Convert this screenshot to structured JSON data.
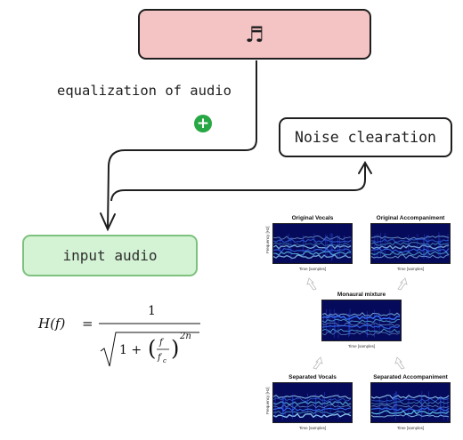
{
  "nodes": {
    "music": {
      "icon": "music-note-icon",
      "glyph": "♬"
    },
    "noise": {
      "label": "Noise clearation"
    },
    "input": {
      "label": "input audio"
    }
  },
  "edge_label": "equalization of audio",
  "formula": {
    "lhs": "H(f)",
    "numerator": "1",
    "inner": "1 +",
    "frac_num": "f",
    "frac_den": "f",
    "frac_den_sub": "c",
    "exponent": "2n"
  },
  "figure": {
    "original_vocals": {
      "title": "Original Vocals",
      "xlabel": "Time [samples]",
      "ylabel": "Frequency [Hz]"
    },
    "original_accompaniment": {
      "title": "Original Accompaniment",
      "xlabel": "Time [samples]"
    },
    "monaural_mixture": {
      "title": "Monaural mixture",
      "xlabel": "Time [samples]"
    },
    "separated_vocals": {
      "title": "Separated Vocals",
      "xlabel": "Time [samples]",
      "ylabel": "Frequency [Hz]"
    },
    "separated_accompaniment": {
      "title": "Separated Accompaniment",
      "xlabel": "Time [samples]"
    }
  },
  "colors": {
    "music_fill": "#f4c3c3",
    "input_fill": "#d3f3d4",
    "input_border": "#7ec17f",
    "plus": "#28a745",
    "spec_bg": "#060a5a"
  }
}
